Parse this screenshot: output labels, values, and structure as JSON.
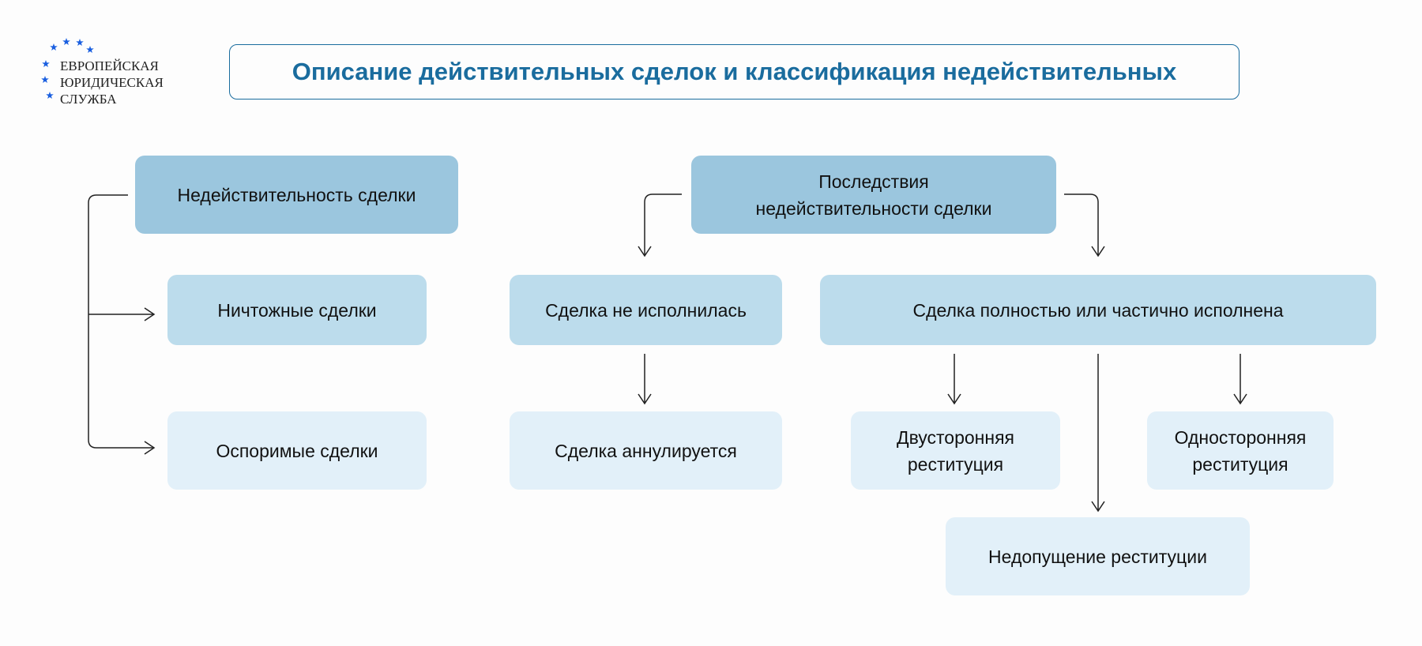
{
  "logo": {
    "lines": [
      "ЕВРОПЕЙСКАЯ",
      "ЮРИДИЧЕСКАЯ",
      "СЛУЖБА"
    ],
    "star_color": "#1a5fe0"
  },
  "title": "Описание действительных сделок и классификация недействительных",
  "colors": {
    "accent": "#1a6c9e",
    "dark_box": "#9bc6de",
    "mid_box": "#bcdcec",
    "light_box": "#e2f0f9"
  },
  "nodes": {
    "invalidity": "Недействительность сделки",
    "void": "Ничтожные сделки",
    "voidable": "Оспоримые сделки",
    "consequences": "Последствия недействительности сделки",
    "not_executed": "Сделка не исполнилась",
    "annulled": "Сделка аннулируется",
    "executed": "Сделка полностью или частично исполнена",
    "bilateral": "Двусторонняя реституция",
    "unilateral": "Односторонняя реституция",
    "no_restitution": "Недопущение реституции"
  }
}
